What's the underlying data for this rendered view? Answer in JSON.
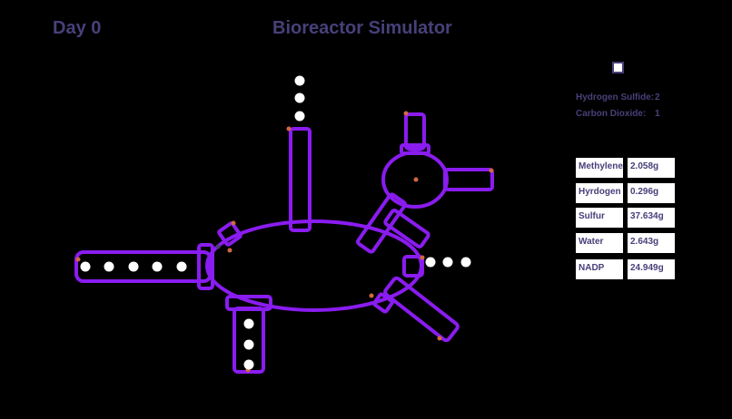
{
  "header": {
    "day": "Day 0",
    "title": "Bioreactor Simulator"
  },
  "gases": [
    {
      "label": "Hydrogen Sulfide:",
      "value": "2"
    },
    {
      "label": "Carbon Dioxide:",
      "value": "1"
    }
  ],
  "compounds": [
    {
      "name": "Methylene",
      "amount": "2.058g"
    },
    {
      "name": "Hyrdogen",
      "amount": "0.296g"
    },
    {
      "name": "Sulfur",
      "amount": "37.634g"
    },
    {
      "name": "Water",
      "amount": "2.643g"
    },
    {
      "name": "NADP",
      "amount": "24.949g"
    }
  ],
  "colors": {
    "background": "#000000",
    "pipe": "#8a1cf0",
    "text": "#47407a",
    "valve": "#d0693f",
    "particle": "#ffffff"
  }
}
